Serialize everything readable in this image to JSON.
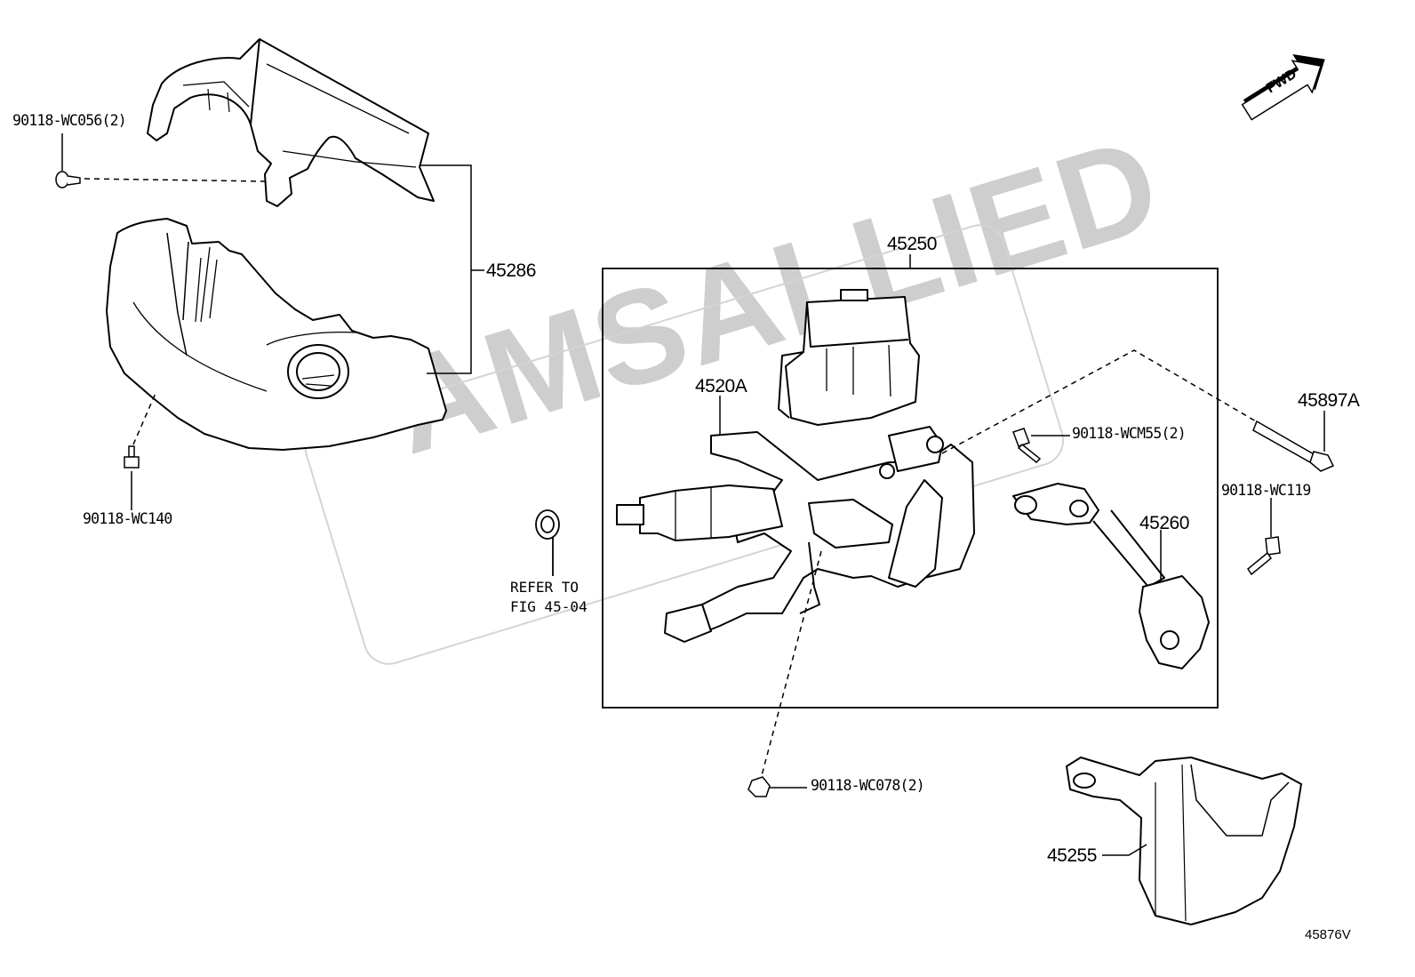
{
  "diagram": {
    "watermark": "AMSALLIED",
    "orientation_badge": "FWD",
    "diagram_code": "45876V",
    "assembly_box_label": "45250",
    "labels": {
      "cover_assembly": "45286",
      "screw_upper": "90118-WC056(2)",
      "screw_lower": "90118-WC140",
      "column_sub": "4520A",
      "screw_column": "90118-WCM55(2)",
      "shaft": "45260",
      "bolt": "45897A",
      "screw_bolt": "90118-WC119",
      "nut_bottom": "90118-WC078(2)",
      "bracket": "45255",
      "refer_line1": "REFER TO",
      "refer_line2": "FIG 45-04"
    }
  }
}
